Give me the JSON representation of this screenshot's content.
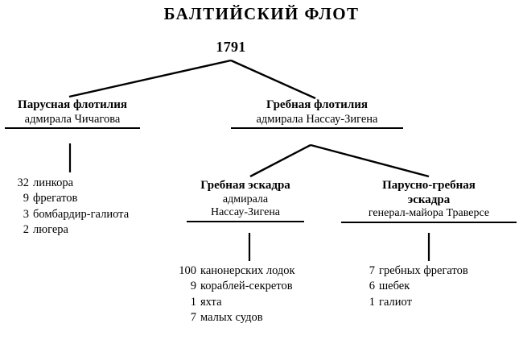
{
  "title": "БАЛТИЙСКИЙ ФЛОТ",
  "root": {
    "label": "1791"
  },
  "nodes": {
    "sail_flotilla": {
      "line1": "Парусная флотилия",
      "line2": "адмирала Чичагова"
    },
    "rowing_flotilla": {
      "line1": "Гребная флотилия",
      "line2": "адмирала Нассау-Зигена"
    },
    "rowing_squadron": {
      "line1": "Гребная эскадра",
      "line2": "адмирала",
      "line3": "Нассау-Зигена"
    },
    "sail_rowing_squadron": {
      "line1": "Парусно-гребная",
      "line2": "эскадра",
      "line3": "генерал-майора Траверсе"
    }
  },
  "lists": {
    "sail_flotilla_units": [
      {
        "qty": "32",
        "label": "линкора"
      },
      {
        "qty": "9",
        "label": "фрегатов"
      },
      {
        "qty": "3",
        "label": "бомбардир-галиота"
      },
      {
        "qty": "2",
        "label": "люгера"
      }
    ],
    "rowing_squadron_units": [
      {
        "qty": "100",
        "label": "канонерских лодок"
      },
      {
        "qty": "9",
        "label": "кораблей-секретов"
      },
      {
        "qty": "1",
        "label": "яхта"
      },
      {
        "qty": "7",
        "label": "малых судов"
      }
    ],
    "sail_rowing_squadron_units": [
      {
        "qty": "7",
        "label": "гребных фрегатов"
      },
      {
        "qty": "6",
        "label": "шебек"
      },
      {
        "qty": "1",
        "label": "галиот"
      }
    ]
  },
  "colors": {
    "ink": "#000000",
    "background": "#ffffff"
  }
}
